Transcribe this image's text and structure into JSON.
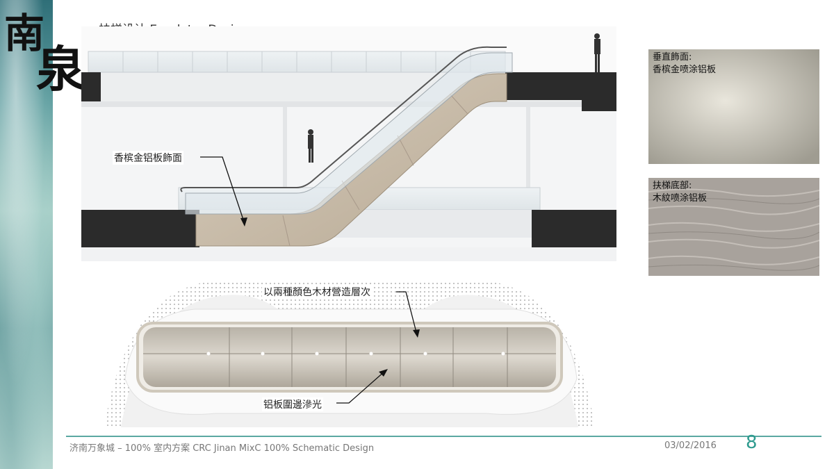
{
  "logo": {
    "text": "南泉"
  },
  "header": {
    "title": "扶梯设计 Escalator Design"
  },
  "callouts": {
    "champagne_panel": "香槟金铝板飾面",
    "wood_layers": "以兩種顏色木材營造層次",
    "aluminum_glow": "铝板圍邊滲光"
  },
  "swatches": [
    {
      "label_line1": "垂直飾面:",
      "label_line2": "香槟金喷涂铝板"
    },
    {
      "label_line1": "扶梯底部:",
      "label_line2": "木紋喷涂铝板"
    }
  ],
  "footer": {
    "project": "济南万象城 – 100% 室内方案  CRC Jinan MixC 100% Schematic Design",
    "date": "03/02/2016",
    "page": "8"
  },
  "colors": {
    "accent": "#5aa8a2",
    "page_number": "#2f9b8f",
    "champagne": "#c9bca8",
    "dark_slab": "#2b2b2b"
  }
}
